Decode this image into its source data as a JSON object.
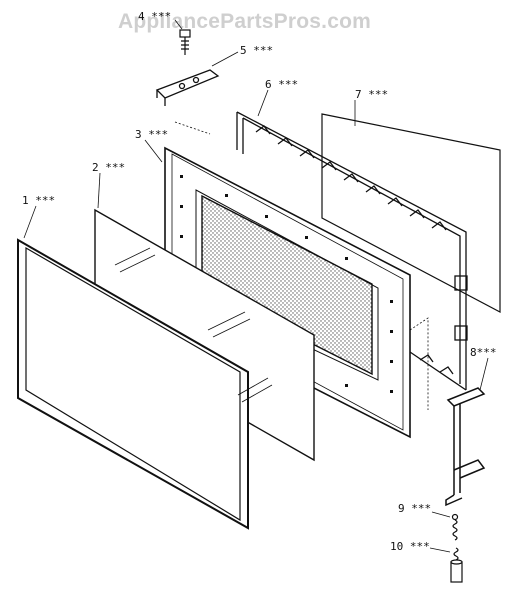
{
  "watermark": "AppliancePartsPros.com",
  "callouts": [
    {
      "id": "c1",
      "label": "1 ***"
    },
    {
      "id": "c2",
      "label": "2 ***"
    },
    {
      "id": "c3",
      "label": "3 ***"
    },
    {
      "id": "c4",
      "label": "4 ***"
    },
    {
      "id": "c5",
      "label": "5 ***"
    },
    {
      "id": "c6",
      "label": "6 ***"
    },
    {
      "id": "c7",
      "label": "7 ***"
    },
    {
      "id": "c8",
      "label": "8***"
    },
    {
      "id": "c9",
      "label": "9 ***"
    },
    {
      "id": "c10",
      "label": "10 ***"
    }
  ]
}
